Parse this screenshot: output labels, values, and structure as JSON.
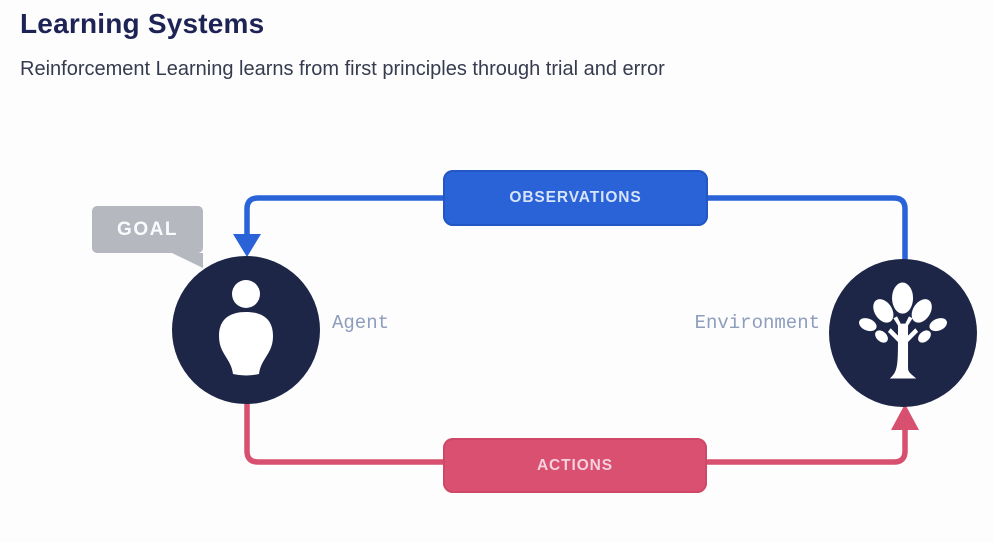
{
  "page": {
    "title": "Learning Systems",
    "subtitle": "Reinforcement Learning learns from first principles through trial and error"
  },
  "diagram": {
    "goal_label": "GOAL",
    "agent_label": "Agent",
    "environment_label": "Environment",
    "observations_label": "OBSERVATIONS",
    "actions_label": "ACTIONS",
    "nodes": [
      {
        "name": "agent",
        "icon": "person-icon",
        "label": "Agent"
      },
      {
        "name": "environment",
        "icon": "tree-icon",
        "label": "Environment"
      }
    ],
    "flows": [
      {
        "label": "OBSERVATIONS",
        "from": "environment",
        "to": "agent",
        "color": "#2a62d8"
      },
      {
        "label": "ACTIONS",
        "from": "agent",
        "to": "environment",
        "color": "#da5071"
      }
    ],
    "colors": {
      "observations_blue": "#2a62d8",
      "actions_pink": "#da5071",
      "node_navy": "#1d2647",
      "goal_bubble_gray": "#b5b8bf",
      "node_label_slate": "#8d9dbc",
      "title_navy": "#1e2355",
      "subtitle_gray": "#363b4e"
    }
  }
}
